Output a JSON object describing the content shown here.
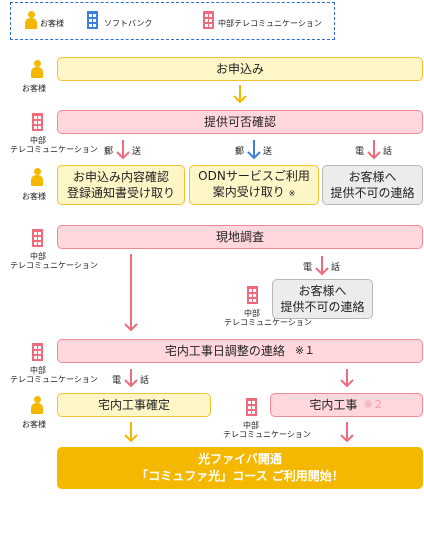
{
  "legend": {
    "customer": "お客様",
    "softbank": "ソフトバンク",
    "chubu": "中部テレコミュニケーション"
  },
  "actors": {
    "customer": "お客様",
    "chubu_line1": "中部",
    "chubu_line2": "テレコミュニケーション"
  },
  "steps": {
    "apply": "お申込み",
    "check": "提供可否確認",
    "confirm_line1": "お申込み内容確認",
    "confirm_line2": "登録通知書受け取り",
    "odn_line1": "ODNサービスご利用",
    "odn_line2": "案内受け取り",
    "odn_mark": "※",
    "unavail1_line1": "お客様へ",
    "unavail1_line2": "提供不可の連絡",
    "survey": "現地調査",
    "unavail2_line1": "お客様へ",
    "unavail2_line2": "提供不可の連絡",
    "schedule": "宅内工事日調整の連絡",
    "schedule_mark": "※１",
    "work_confirm": "宅内工事確定",
    "work": "宅内工事",
    "work_mark": "※２",
    "final_line1": "光ファイバ開通",
    "final_line2": "「コミュファ光」コース ご利用開始！"
  },
  "connectors": {
    "mail": "郵",
    "mail2": "送",
    "phone": "電",
    "phone2": "話"
  },
  "colors": {
    "yellow_arrow": "#f5b800",
    "pink_arrow": "#ee6b7c",
    "blue_arrow": "#3f7fe0"
  }
}
